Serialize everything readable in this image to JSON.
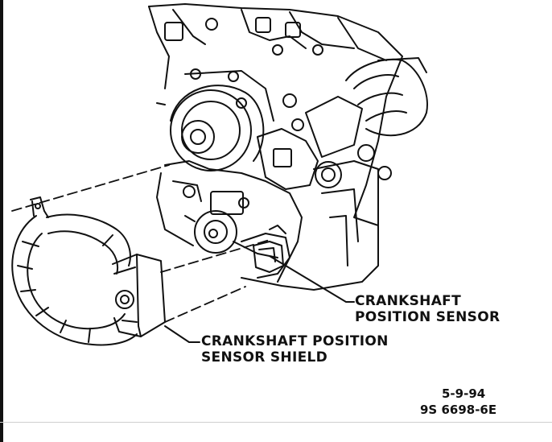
{
  "labels": {
    "sensor_line1": "CRANKSHAFT",
    "sensor_line2": "POSITION SENSOR",
    "shield_line1": "CRANKSHAFT POSITION",
    "shield_line2": "SENSOR SHIELD"
  },
  "figure_code": {
    "date": "5-9-94",
    "number": "9S 6698-6E"
  },
  "colors": {
    "ink": "#111111",
    "paper": "#ffffff"
  }
}
